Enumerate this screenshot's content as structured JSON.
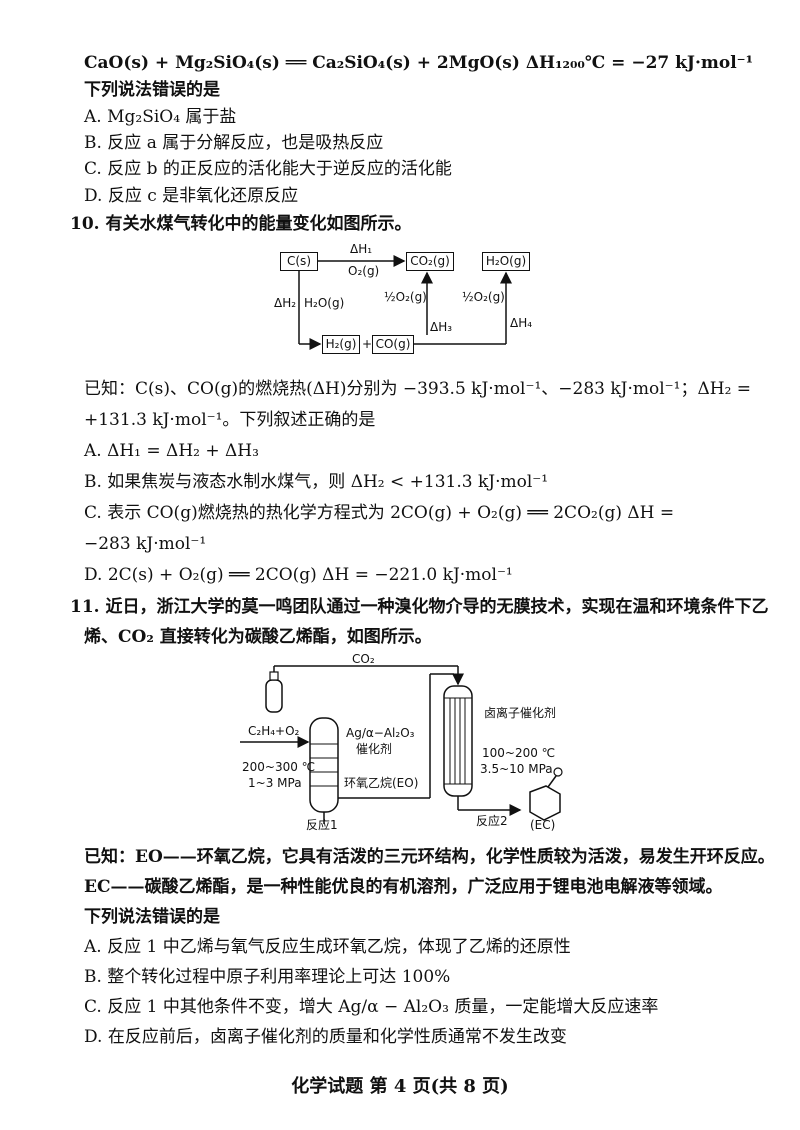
{
  "lines": {
    "l1": "CaO(s) + Mg₂SiO₄(s) ══ Ca₂SiO₄(s) + 2MgO(s)   ΔH₁₂₀₀℃ = −27 kJ·mol⁻¹",
    "l2": "下列说法错误的是",
    "l3": "A. Mg₂SiO₄ 属于盐",
    "l4": "B. 反应 a 属于分解反应，也是吸热反应",
    "l5": "C. 反应 b 的正反应的活化能大于逆反应的活化能",
    "l6": "D. 反应 c 是非氧化还原反应",
    "l7": "10. 有关水煤气转化中的能量变化如图所示。",
    "l8": "已知：C(s)、CO(g)的燃烧热(ΔH)分别为 −393.5 kJ·mol⁻¹、−283 kJ·mol⁻¹；ΔH₂ =",
    "l9": "+131.3 kJ·mol⁻¹。下列叙述正确的是",
    "l10": "A. ΔH₁ = ΔH₂ + ΔH₃",
    "l11": "B. 如果焦炭与液态水制水煤气，则 ΔH₂ < +131.3 kJ·mol⁻¹",
    "l12": "C. 表示 CO(g)燃烧热的热化学方程式为 2CO(g) + O₂(g) ══ 2CO₂(g)   ΔH =",
    "l13": "−283 kJ·mol⁻¹",
    "l14": "D. 2C(s) + O₂(g) ══ 2CO(g)   ΔH = −221.0 kJ·mol⁻¹",
    "l15": "11. 近日，浙江大学的莫一鸣团队通过一种溴化物介导的无膜技术，实现在温和环境条件下乙",
    "l16": "烯、CO₂ 直接转化为碳酸乙烯酯，如图所示。",
    "l17": "已知：EO——环氧乙烷，它具有活泼的三元环结构，化学性质较为活泼，易发生开环反应。",
    "l18": "EC——碳酸乙烯酯，是一种性能优良的有机溶剂，广泛应用于锂电池电解液等领域。",
    "l19": "下列说法错误的是",
    "l20": "A. 反应 1 中乙烯与氧气反应生成环氧乙烷，体现了乙烯的还原性",
    "l21": "B. 整个转化过程中原子利用率理论上可达 100%",
    "l22": "C. 反应 1 中其他条件不变，增大 Ag/α − Al₂O₃ 质量，一定能增大反应速率",
    "l23": "D. 在反应前后，卤离子催化剂的质量和化学性质通常不发生改变"
  },
  "energy_diagram": {
    "c": "C(s)",
    "co2": "CO₂(g)",
    "h2o": "H₂O(g)",
    "h2": "H₂(g)",
    "plus": "+",
    "co": "CO(g)",
    "dh1": "ΔH₁",
    "o2": "O₂(g)",
    "dh2": "ΔH₂",
    "h2o_g": "H₂O(g)",
    "half_o2_a": "½O₂(g)",
    "dh3": "ΔH₃",
    "half_o2_b": "½O₂(g)",
    "dh4": "ΔH₄"
  },
  "process_diagram": {
    "co2": "CO₂",
    "feed": "C₂H₄+O₂",
    "cat1a": "Ag/α−Al₂O₃",
    "cat1b": "催化剂",
    "cond1a": "200~300 ℃",
    "cond1b": "1~3 MPa",
    "eo": "环氧乙烷(EO)",
    "r1": "反应1",
    "cat2": "卤离子催化剂",
    "cond2a": "100~200 ℃",
    "cond2b": "3.5~10 MPa",
    "r2": "反应2",
    "ec": "(EC)"
  },
  "footer": "化学试题  第 4 页(共 8 页)"
}
